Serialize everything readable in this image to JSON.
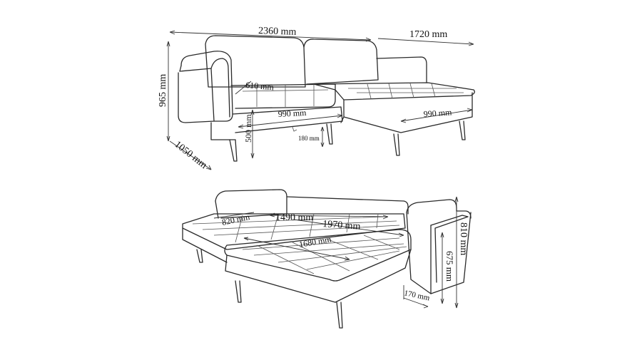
{
  "top_view": {
    "width_total": "2360 mm",
    "chaise_length": "1720 mm",
    "height": "965 mm",
    "depth": "1050 mm",
    "seat_depth": "610 mm",
    "seat_width": "990 mm",
    "chaise_width": "990 mm",
    "seat_height": "500 mm",
    "leg_height": "180 mm"
  },
  "bed_view": {
    "storage_depth": "820 mm",
    "bed_width": "1490 mm",
    "bed_length": "1970 mm",
    "chaise_length": "1680 mm",
    "back_height": "810 mm",
    "arm_height": "675 mm",
    "arm_width": "170 mm"
  }
}
